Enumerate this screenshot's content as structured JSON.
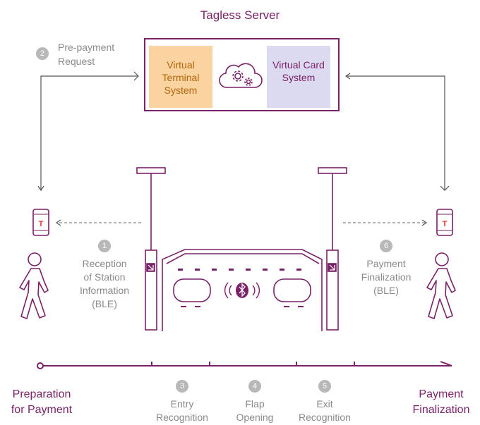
{
  "server": {
    "title": "Tagless Server",
    "virtual_terminal": "Virtual Terminal System",
    "virtual_card": "Virtual Card System"
  },
  "prepayment": {
    "number": "2",
    "line1": "Pre-payment",
    "line2": "Request"
  },
  "step1": {
    "number": "1",
    "lines": [
      "Reception",
      "of Station",
      "Information",
      "(BLE)"
    ]
  },
  "step6": {
    "number": "6",
    "lines": [
      "Payment",
      "Finalization",
      "(BLE)"
    ]
  },
  "timeline": {
    "start_line1": "Preparation",
    "start_line2": "for Payment",
    "end_line1": "Payment",
    "end_line2": "Finalization",
    "steps": [
      {
        "number": "3",
        "line1": "Entry",
        "line2": "Recognition"
      },
      {
        "number": "4",
        "line1": "Flap",
        "line2": "Opening"
      },
      {
        "number": "5",
        "line1": "Exit",
        "line2": "Recognition"
      }
    ]
  },
  "phone_logo": "T",
  "colors": {
    "primary": "#7a2167",
    "orange": "#fbd3a0",
    "lavender": "#dcdaf0",
    "gray": "#b8b8b8",
    "logo_red": "#e8322f"
  }
}
